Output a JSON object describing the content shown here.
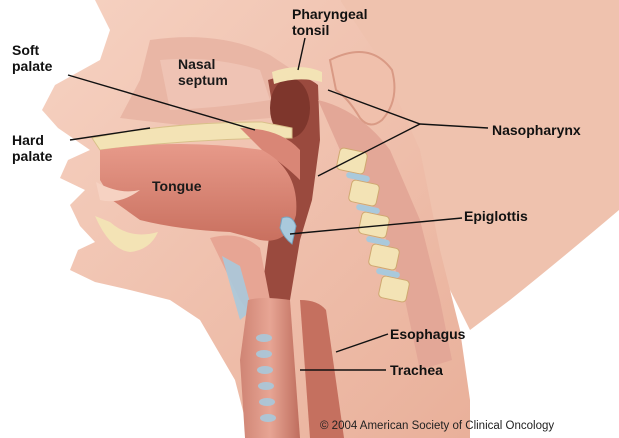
{
  "labels": {
    "pharyngeal_tonsil": [
      "Pharyngeal",
      "tonsil"
    ],
    "soft_palate": [
      "Soft",
      "palate"
    ],
    "nasal_septum": [
      "Nasal",
      "septum"
    ],
    "hard_palate": [
      "Hard",
      "palate"
    ],
    "nasopharynx": "Nasopharynx",
    "tongue": "Tongue",
    "epiglottis": "Epiglottis",
    "esophagus": "Esophagus",
    "trachea": "Trachea"
  },
  "copyright": "© 2004 American Society of Clinical Oncology",
  "colors": {
    "skin": "#f2c4b1",
    "skin_shadow": "#e6a893",
    "tissue": "#d98a78",
    "cavity": "#b5604f",
    "bone": "#f3e3b5",
    "cartilage": "#a9c9dc",
    "leader_line": "#111111"
  }
}
